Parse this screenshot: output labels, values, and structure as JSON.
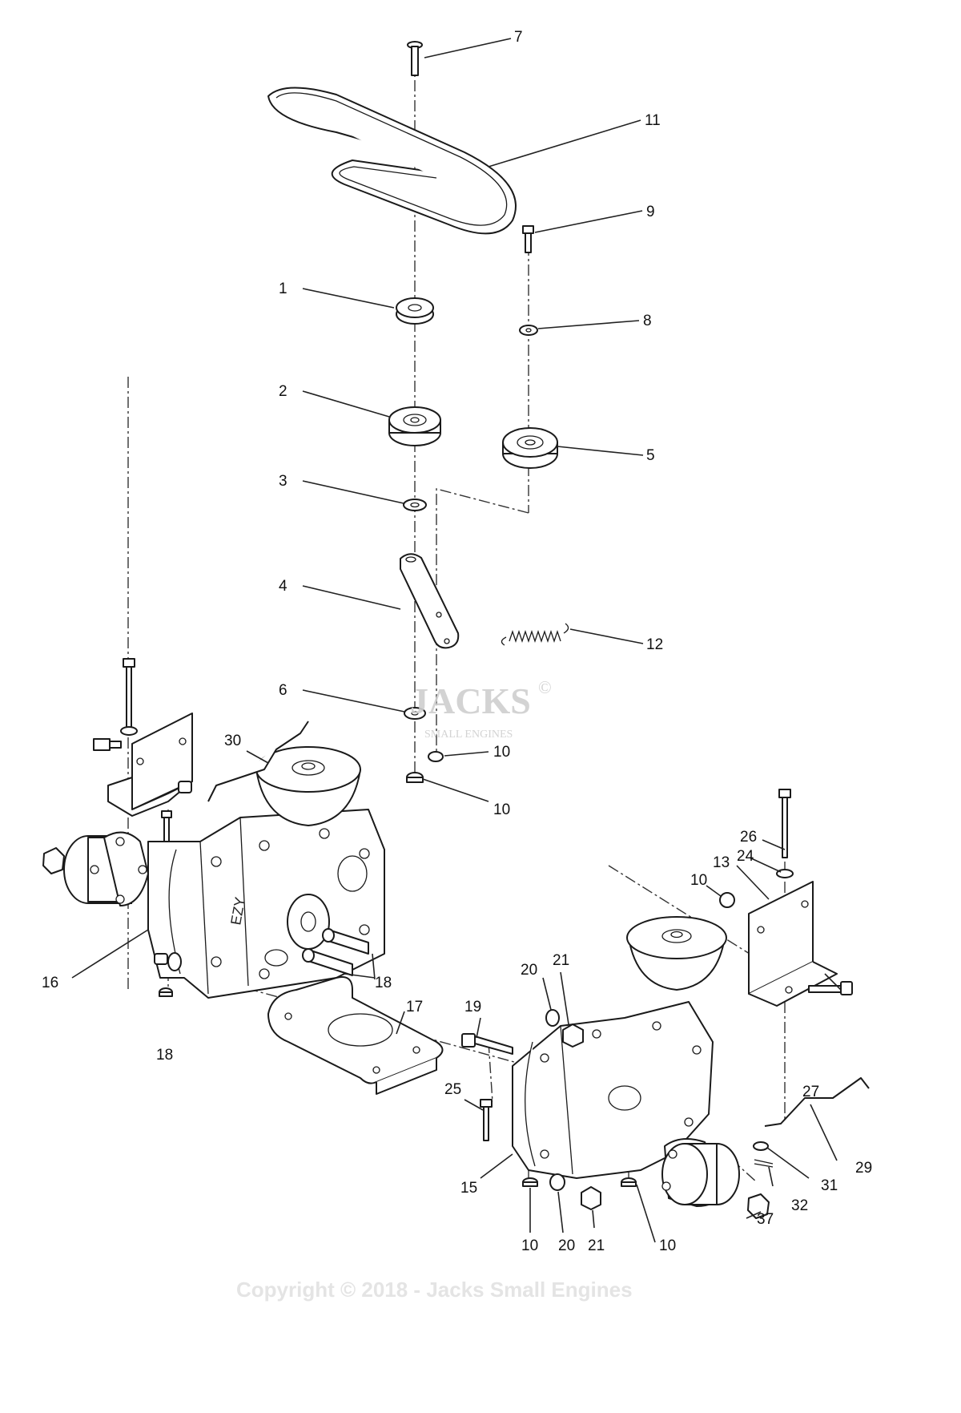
{
  "watermark": {
    "brand": "JACKS",
    "registered": "©",
    "tagline": "SMALL ENGINES"
  },
  "copyright": "Copyright © 2018 - Jacks Small Engines",
  "stamp": {
    "left_transaxle": "EZY"
  },
  "callouts": [
    {
      "id": "c7",
      "number": "7"
    },
    {
      "id": "c11",
      "number": "11"
    },
    {
      "id": "c9",
      "number": "9"
    },
    {
      "id": "c1",
      "number": "1"
    },
    {
      "id": "c8",
      "number": "8"
    },
    {
      "id": "c2",
      "number": "2"
    },
    {
      "id": "c5",
      "number": "5"
    },
    {
      "id": "c3",
      "number": "3"
    },
    {
      "id": "c4",
      "number": "4"
    },
    {
      "id": "c12",
      "number": "12"
    },
    {
      "id": "c6",
      "number": "6"
    },
    {
      "id": "c30",
      "number": "30"
    },
    {
      "id": "c10a",
      "number": "10"
    },
    {
      "id": "c10b",
      "number": "10"
    },
    {
      "id": "c26",
      "number": "26"
    },
    {
      "id": "c24",
      "number": "24"
    },
    {
      "id": "c13",
      "number": "13"
    },
    {
      "id": "c10c",
      "number": "10"
    },
    {
      "id": "c16",
      "number": "16"
    },
    {
      "id": "c18a",
      "number": "18"
    },
    {
      "id": "c20a",
      "number": "20"
    },
    {
      "id": "c21a",
      "number": "21"
    },
    {
      "id": "c19",
      "number": "19"
    },
    {
      "id": "c17",
      "number": "17"
    },
    {
      "id": "c18b",
      "number": "18"
    },
    {
      "id": "c25",
      "number": "25"
    },
    {
      "id": "c27",
      "number": "27"
    },
    {
      "id": "c29",
      "number": "29"
    },
    {
      "id": "c31",
      "number": "31"
    },
    {
      "id": "c15",
      "number": "15"
    },
    {
      "id": "c32",
      "number": "32"
    },
    {
      "id": "c10d",
      "number": "10"
    },
    {
      "id": "c20b",
      "number": "20"
    },
    {
      "id": "c21b",
      "number": "21"
    },
    {
      "id": "c10e",
      "number": "10"
    },
    {
      "id": "c37",
      "number": "37"
    }
  ]
}
